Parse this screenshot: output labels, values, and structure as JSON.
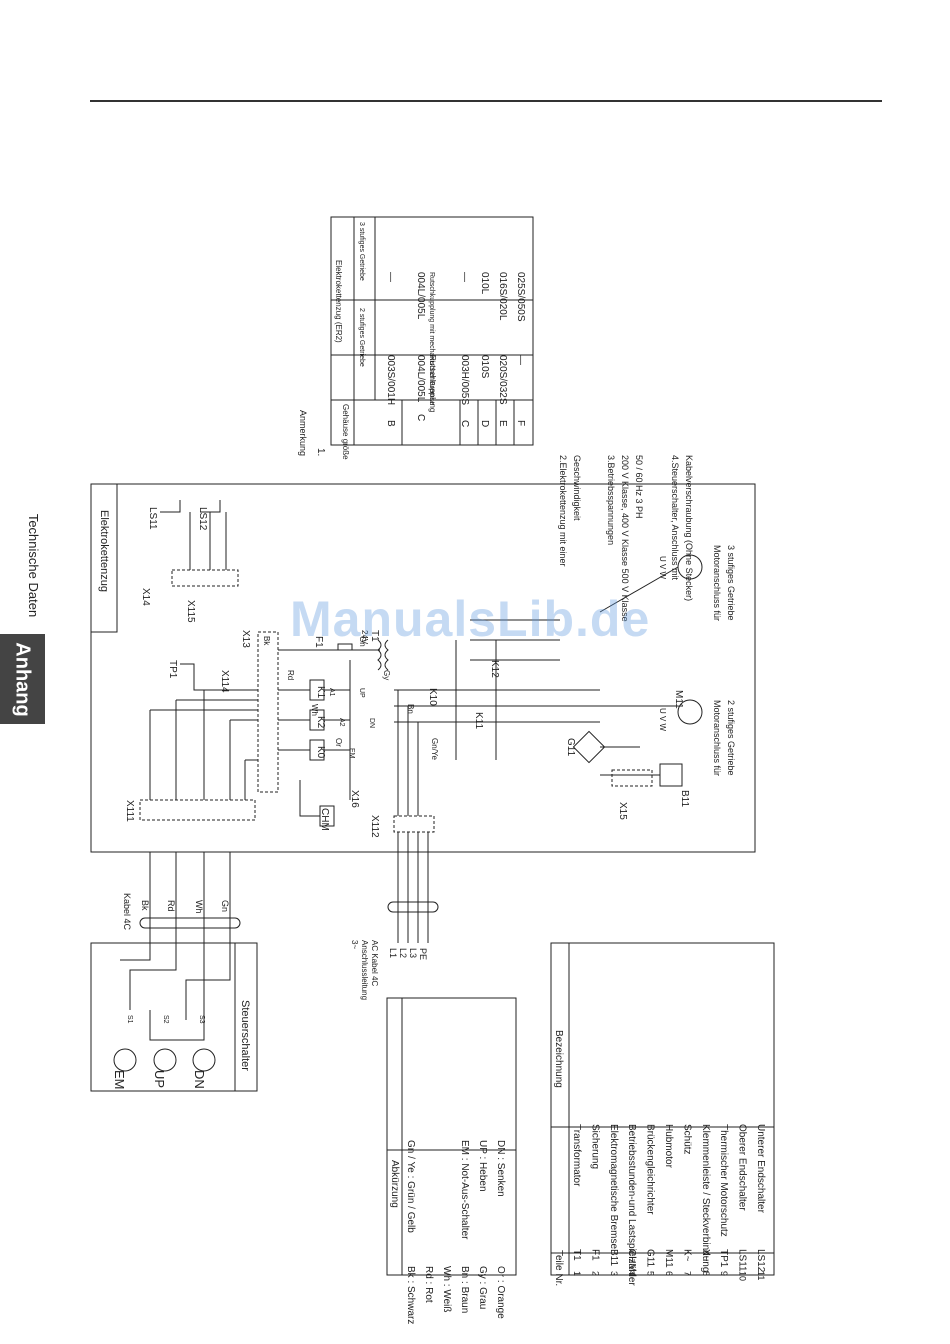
{
  "header": {
    "section_title": "Technische Daten",
    "chapter_tab": "Anhang",
    "watermark": "ManualsLib.de"
  },
  "notes": {
    "label": "Anmerkung",
    "number": "1.",
    "table": {
      "headers": [
        "Gehäuse größe",
        "Elektrokettenzug (ER2)",
        "2 stufiges Getriebe",
        "3 stufiges Getriebe"
      ],
      "rows": [
        [
          "B",
          "003S/001H",
          "—"
        ],
        [
          "C",
          "004L/005L",
          "004L/005L"
        ],
        [
          "C",
          "Rutschkupplung",
          "Rutschkupplung mit mechanischer Bremse"
        ],
        [
          "C",
          "003H/005S",
          "—"
        ],
        [
          "D",
          "010S",
          "010L"
        ],
        [
          "E",
          "020S/032S",
          "016S/020L"
        ],
        [
          "F",
          "—",
          "025S/050S"
        ]
      ]
    },
    "items": [
      [
        "2.Elektrokettenzug mit einer",
        "Geschwindigkeit"
      ],
      [
        "3.Betriebsspannungen",
        "200 V Klasse, 400 V Klasse 500 V Klasse",
        "50 / 60 Hz 3 PH"
      ],
      [
        "4.Steuerschalter, Anschluss mit",
        "Kabelverschraubung (Ohne Stecker)"
      ]
    ]
  },
  "diagram": {
    "enclosure_label": "Elektrokettenzug",
    "pendant_label": "Steuerschalter",
    "pendant_buttons": [
      "EM",
      "UP",
      "DN"
    ],
    "pendant_switches": [
      "S1",
      "S2",
      "S3"
    ],
    "cable_label": "Kabel 4C",
    "supply_label": [
      "3~",
      "Anschlussleitung",
      "AC Kabel 4C"
    ],
    "supply_phases": [
      "L1",
      "L2",
      "L3",
      "PE"
    ],
    "terminals": [
      "X111",
      "X112",
      "X13",
      "X14",
      "X15",
      "X16",
      "X115",
      "X114"
    ],
    "components": [
      "T1",
      "F1",
      "TP1",
      "K10",
      "K11",
      "K12",
      "K1",
      "K2",
      "K0",
      "G11",
      "B11",
      "CHM",
      "LS11",
      "LS12",
      "M11"
    ],
    "wire_colors": [
      "Bk",
      "Rd",
      "Wh",
      "Or",
      "Gn",
      "Gy",
      "Bn",
      "Gn/Ye"
    ],
    "labels": {
      "transformer_voltage": "24V",
      "motor_2": [
        "Motoranschluss für",
        "2 stufiges Getriebe"
      ],
      "motor_3": [
        "Motoranschluss für",
        "3 stufiges Getriebe"
      ],
      "motor_terminals": "U V W",
      "coil_tags": [
        "A1",
        "A2",
        "EM",
        "UP",
        "DN"
      ]
    }
  },
  "abbreviations": {
    "title": "Abkürzung",
    "rows": [
      [
        "Bk : Schwarz",
        "Gn / Ye : Grün / Gelb"
      ],
      [
        "Rd : Rot",
        ""
      ],
      [
        "Wh : Weiß",
        ""
      ],
      [
        "Bn : Braun",
        "EM : Not-Aus-Schalter"
      ],
      [
        "Gy : Grau",
        "UP : Heben"
      ],
      [
        "Or : Orange",
        "DN : Senken"
      ]
    ]
  },
  "parts": {
    "headers": [
      "Teile Nr.",
      "Bezeichnung"
    ],
    "rows": [
      [
        "1",
        "T1",
        "Transformator"
      ],
      [
        "2",
        "F1",
        "Sicherung"
      ],
      [
        "3",
        "B11",
        "Elektromagnetische Bremse"
      ],
      [
        "4",
        "CHM",
        "Betriebsstunden-und Lastspielzähler"
      ],
      [
        "5",
        "G11",
        "Brückengleichrichter"
      ],
      [
        "6",
        "M11",
        "Hubmotor"
      ],
      [
        "7",
        "K~",
        "Schütz"
      ],
      [
        "8",
        "X~",
        "Klemmenleiste / Steckverbindung"
      ],
      [
        "9",
        "TP1",
        "Thermischer Motorschutz"
      ],
      [
        "10",
        "LS11",
        "Oberer Endschalter"
      ],
      [
        "11",
        "LS12",
        "Unterer Endschalter"
      ]
    ]
  }
}
